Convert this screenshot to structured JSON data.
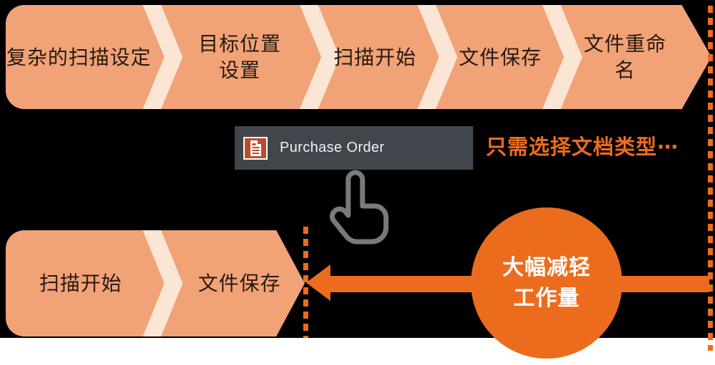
{
  "colors": {
    "background": "#000000",
    "band_fill": "#F1A277",
    "band_separator": "#FBE5D4",
    "band_text": "#261A10",
    "accent_orange": "#EC6C1E",
    "selector_bg": "#41464C",
    "selector_text": "#F1F1F1",
    "doc_icon_red": "#BC4B2A",
    "cursor_gray": "#7A7A7A",
    "circle_text": "#FFFFFF",
    "bottom_strip": "#FFFFFF"
  },
  "icons": {
    "selector": "document-icon",
    "cursor": "hand-cursor-icon"
  },
  "top_flow": {
    "steps": [
      "复杂的扫描设定",
      "目标位置\n设置",
      "扫描开始",
      "文件保存",
      "文件重命名"
    ]
  },
  "selector": {
    "label": "Purchase Order"
  },
  "hint_text": "只需选择文档类型⋯",
  "bottom_flow": {
    "steps": [
      "扫描开始",
      "文件保存"
    ]
  },
  "benefit_circle": {
    "text": "大幅减轻\n工作量"
  }
}
